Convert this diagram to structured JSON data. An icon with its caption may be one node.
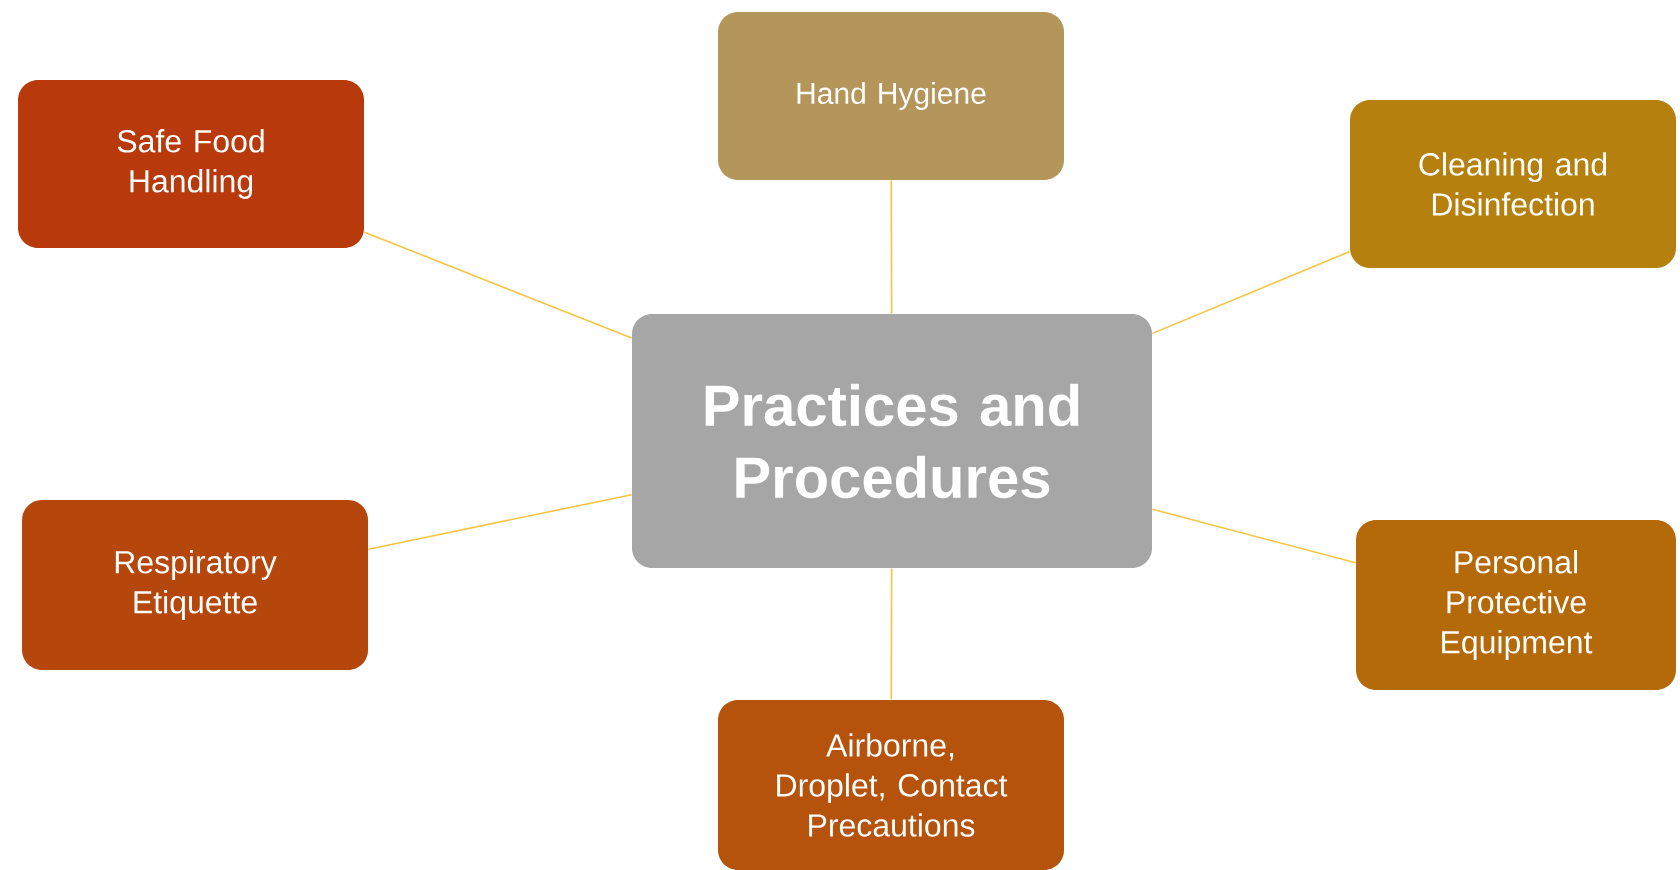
{
  "diagram": {
    "nodes": [
      {
        "text": [
          "Hand Hygiene"
        ]
      },
      {
        "text": [
          "Safe Food Handling"
        ]
      },
      {
        "text": [
          "Cleaning and Disinfection"
        ]
      },
      {
        "text": [
          "Practices and Procedures"
        ]
      },
      {
        "text": [
          "Respiratory Etiquette"
        ]
      },
      {
        "text": [
          "Personal Protective Equipment"
        ]
      },
      {
        "text": [
          "Airborne, Droplet, Contact Precautions"
        ]
      }
    ],
    "edges": [
      {
        "from": 3,
        "to": 0,
        "arrow": "none"
      },
      {
        "from": 3,
        "to": 2,
        "arrow": "none"
      },
      {
        "from": 3,
        "to": 5,
        "arrow": "none"
      },
      {
        "from": 3,
        "to": 6,
        "arrow": "none"
      },
      {
        "from": 3,
        "to": 4,
        "arrow": "none"
      },
      {
        "from": 3,
        "to": 1,
        "arrow": "none"
      }
    ]
  }
}
